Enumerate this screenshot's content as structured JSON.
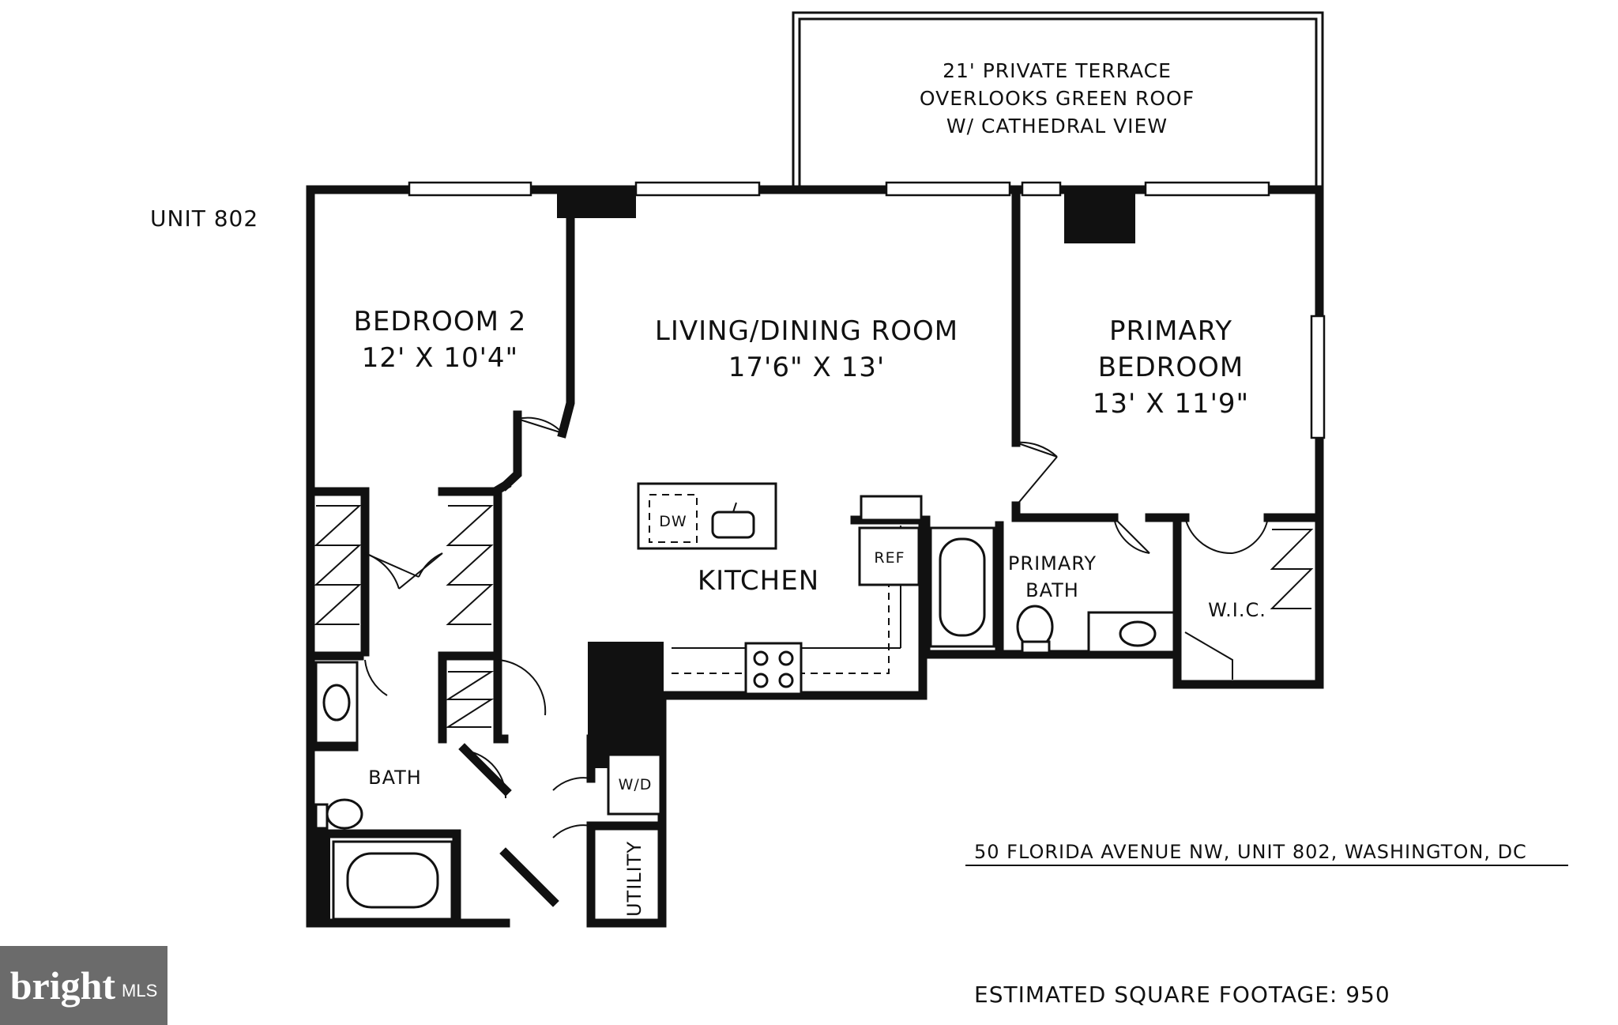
{
  "unit_label": "UNIT 802",
  "rooms": {
    "bedroom2": {
      "name": "BEDROOM 2",
      "dims": "12' X 10'4\""
    },
    "living": {
      "name": "LIVING/DINING ROOM",
      "dims": "17'6\" X 13'"
    },
    "primary_bedroom": {
      "name_line1": "PRIMARY",
      "name_line2": "BEDROOM",
      "dims": "13' X 11'9\""
    },
    "kitchen": {
      "name": "KITCHEN"
    },
    "primary_bath": {
      "name_line1": "PRIMARY",
      "name_line2": "BATH"
    },
    "wic": {
      "name": "W.I.C."
    },
    "bath": {
      "name": "BATH"
    },
    "wd": {
      "name": "W/D"
    },
    "utility": {
      "name": "UTILITY"
    },
    "ref": {
      "name": "REF"
    },
    "dw": {
      "name": "DW"
    }
  },
  "terrace": {
    "line1": "21' PRIVATE TERRACE",
    "line2": "OVERLOOKS GREEN ROOF",
    "line3": "W/ CATHEDRAL VIEW"
  },
  "address": "50 FLORIDA AVENUE NW, UNIT 802, WASHINGTON, DC",
  "square_footage": "ESTIMATED SQUARE FOOTAGE: 950",
  "logo": {
    "word": "bright",
    "suffix": "MLS",
    "background": "#6b6b6b"
  }
}
